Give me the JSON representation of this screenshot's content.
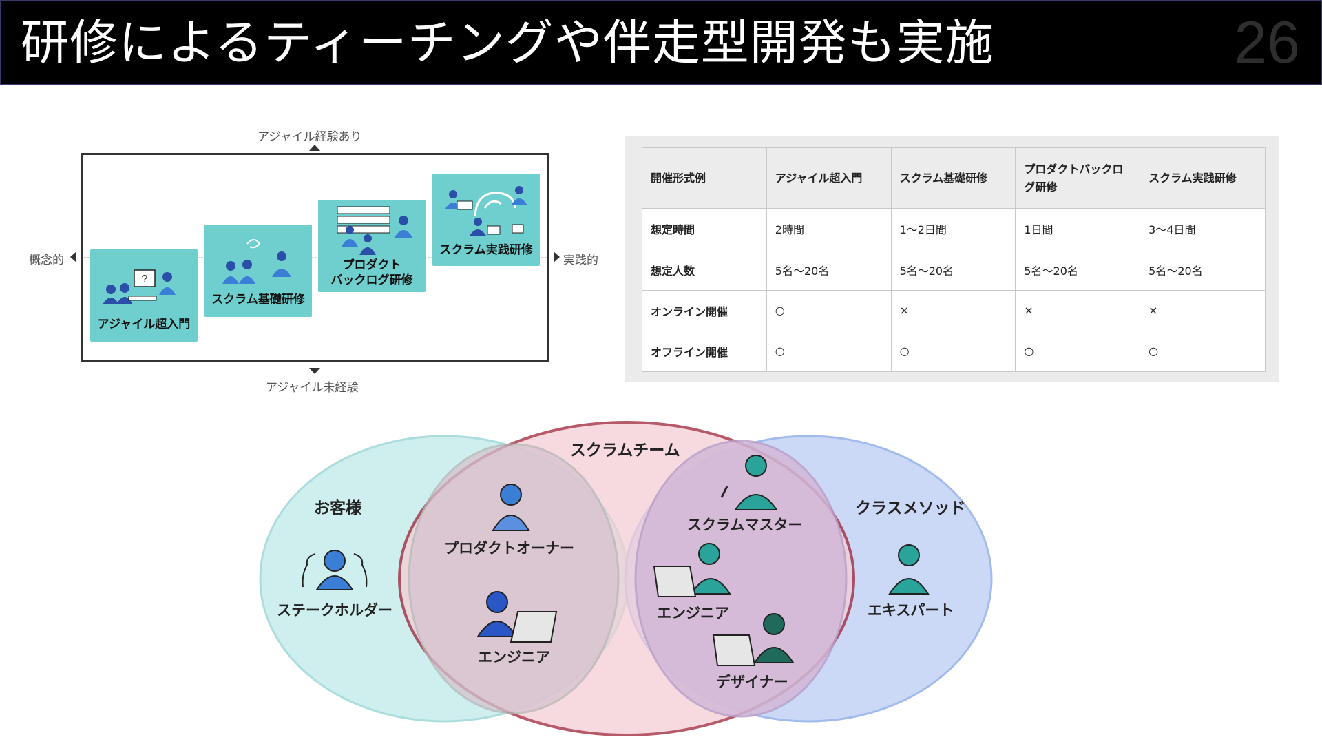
{
  "header": {
    "title": "研修によるティーチングや伴走型開発も実施",
    "page_number": "26"
  },
  "positioning": {
    "axis_top": "アジャイル経験あり",
    "axis_bottom": "アジャイル未経験",
    "axis_left": "概念的",
    "axis_right": "実践的",
    "courses": [
      {
        "label": "アジャイル超入門",
        "icon": "question-people-icon"
      },
      {
        "label": "スクラム基礎研修",
        "icon": "team-people-icon"
      },
      {
        "label": "プロダクト\nバックログ研修",
        "icon": "backlog-board-icon"
      },
      {
        "label": "スクラム実践研修",
        "icon": "cycle-workflow-icon"
      }
    ],
    "accent_color": "#6fcfcf"
  },
  "table": {
    "headers": [
      "開催形式例",
      "アジャイル超入門",
      "スクラム基礎研修",
      "プロダクトバックロ\nグ研修",
      "スクラム実践研修"
    ],
    "rows": [
      [
        "想定時間",
        "2時間",
        "1〜2日間",
        "1日間",
        "3〜4日間"
      ],
      [
        "想定人数",
        "5名〜20名",
        "5名〜20名",
        "5名〜20名",
        "5名〜20名"
      ],
      [
        "オンライン開催",
        "○",
        "×",
        "×",
        "×"
      ],
      [
        "オフライン開催",
        "○",
        "○",
        "○",
        "○"
      ]
    ]
  },
  "venn": {
    "customer": {
      "title": "お客様",
      "members": [
        "ステークホルダー"
      ],
      "color": "#cdeeee"
    },
    "scrum_team": {
      "title": "スクラムチーム",
      "members": [
        "プロダクトオーナー",
        "エンジニア"
      ],
      "color": "#f4cdd5",
      "border": "#9b1a30"
    },
    "classmethod": {
      "title": "クラスメソッド",
      "members": [
        "スクラムマスター",
        "エンジニア",
        "デザイナー",
        "エキスパート"
      ],
      "color": "#c9d8f6"
    }
  }
}
